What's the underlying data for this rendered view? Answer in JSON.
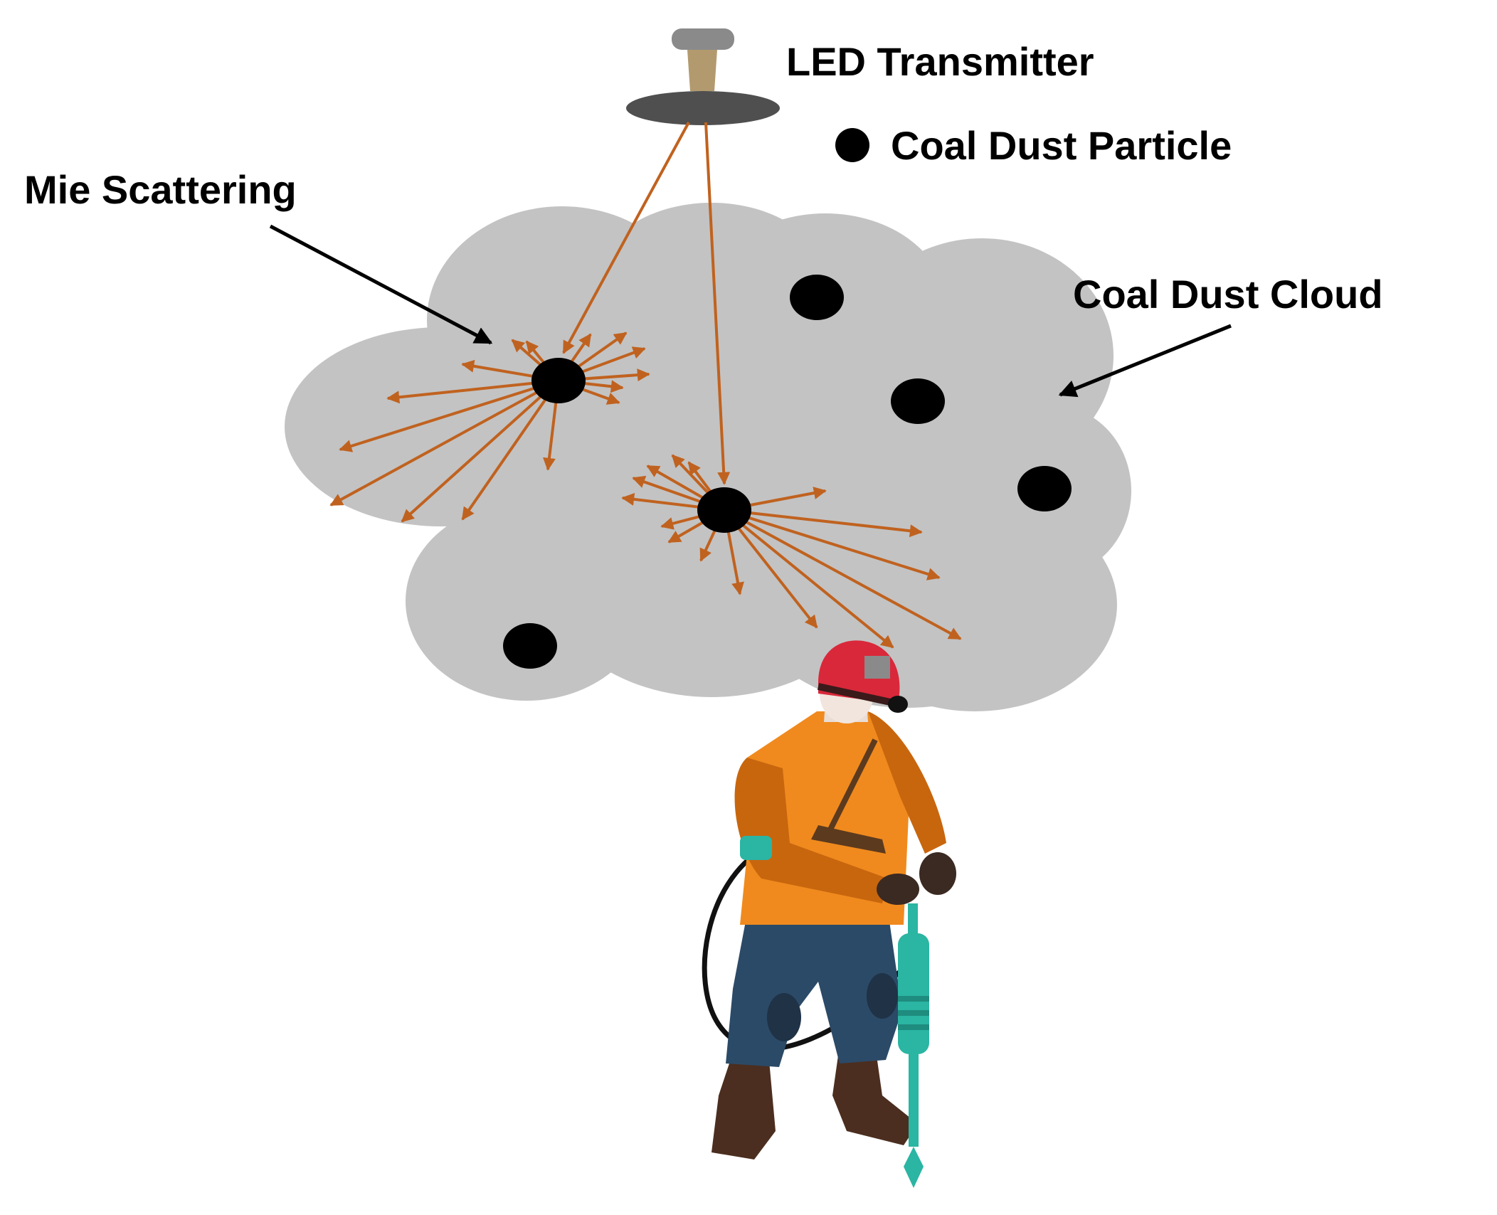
{
  "labels": {
    "led_transmitter": "LED Transmitter",
    "coal_dust_particle": "Coal Dust Particle",
    "mie_scattering": "Mie Scattering",
    "coal_dust_cloud": "Coal Dust Cloud"
  },
  "colors": {
    "cloud": "#c3c3c3",
    "particle": "#000000",
    "light_ray": "#c0621f",
    "transmitter_disc": "#4f4f4f",
    "transmitter_stem": "#b39a6e",
    "helmet": "#d9283a",
    "jacket": "#f08a1e",
    "sleeve": "#c8660e",
    "trousers": "#2b4a67",
    "boots": "#4b2e1f",
    "drill": "#2bb5a3"
  },
  "icons": {
    "transmitter": "led-lamp-icon",
    "worker": "miner-with-jackhammer-icon"
  }
}
